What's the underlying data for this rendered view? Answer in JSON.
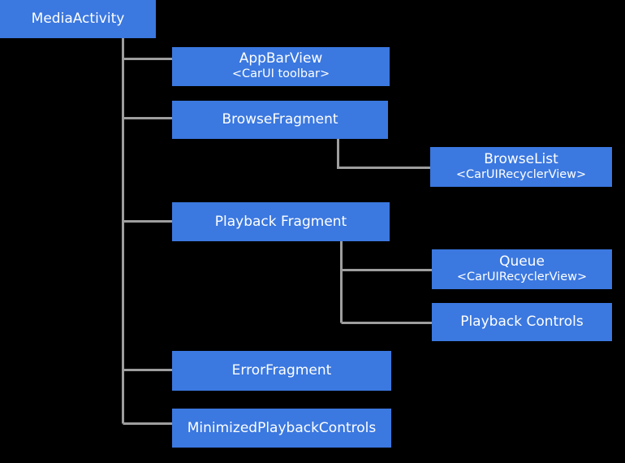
{
  "diagram": {
    "type": "hierarchy-tree",
    "background_color": "#000000",
    "node_color": "#3b78e0",
    "node_text_color": "#ffffff",
    "connector_color": "#9e9e9e",
    "nodes": [
      {
        "id": "media-activity",
        "title": "MediaActivity",
        "subtitle": ""
      },
      {
        "id": "app-bar-view",
        "title": "AppBarView",
        "subtitle": "<CarUI toolbar>"
      },
      {
        "id": "browse-fragment",
        "title": "BrowseFragment",
        "subtitle": ""
      },
      {
        "id": "browse-list",
        "title": "BrowseList",
        "subtitle": "<CarUIRecyclerView>"
      },
      {
        "id": "playback-fragment",
        "title": "Playback Fragment",
        "subtitle": ""
      },
      {
        "id": "queue",
        "title": "Queue",
        "subtitle": "<CarUIRecyclerView>"
      },
      {
        "id": "playback-controls",
        "title": "Playback Controls",
        "subtitle": ""
      },
      {
        "id": "error-fragment",
        "title": "ErrorFragment",
        "subtitle": ""
      },
      {
        "id": "min-playback",
        "title": "MinimizedPlaybackControls",
        "subtitle": ""
      }
    ],
    "edges": [
      {
        "from": "media-activity",
        "to": "app-bar-view"
      },
      {
        "from": "media-activity",
        "to": "browse-fragment"
      },
      {
        "from": "media-activity",
        "to": "playback-fragment"
      },
      {
        "from": "media-activity",
        "to": "error-fragment"
      },
      {
        "from": "media-activity",
        "to": "min-playback"
      },
      {
        "from": "browse-fragment",
        "to": "browse-list"
      },
      {
        "from": "playback-fragment",
        "to": "queue"
      },
      {
        "from": "playback-fragment",
        "to": "playback-controls"
      }
    ]
  }
}
